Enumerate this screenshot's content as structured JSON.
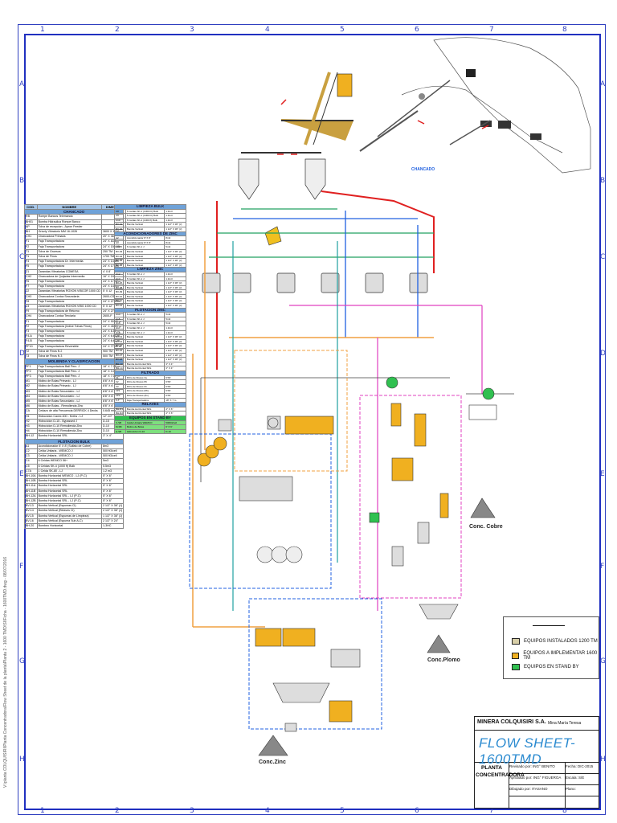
{
  "grid": {
    "numbers": [
      "1",
      "2",
      "3",
      "4",
      "5",
      "6",
      "7",
      "8"
    ],
    "letters": [
      "A",
      "B",
      "C",
      "D",
      "E",
      "F",
      "G",
      "H"
    ]
  },
  "labels": {
    "chancado": "CHANCADO",
    "conc_cobre": "Conc. Cobre",
    "conc_plomo": "Conc.Plomo",
    "conc_zinc": "Conc.Zinc"
  },
  "colors": {
    "border": "#2030c0",
    "pipe_red": "#e02020",
    "pipe_orange": "#f0a040",
    "pipe_blue": "#2060e0",
    "pipe_green": "#20a060",
    "pipe_pink": "#e040c0",
    "pipe_teal": "#20a0a0",
    "equip_installed": "#d8cfa8",
    "equip_implement": "#f0b020",
    "equip_standby": "#30c050"
  },
  "left_table": {
    "header": [
      "COD.",
      "NOMBRE",
      "DIMENS."
    ],
    "sections": [
      {
        "title": "CHANCADO",
        "rows": [
          [
            "RB",
            "Rompe Bancos Telemando",
            ""
          ],
          [
            "BH01",
            "Bomba Hidraulica Rompe Banco",
            ""
          ],
          [
            "AP",
            "Tolva de recepcion - Apron Feeder",
            ""
          ],
          [
            "BH",
            "Grizzly Vibratorio MM 16-1026",
            "3600 X 1026"
          ],
          [
            "CH1",
            "Chancadora Primaria",
            "20\" X 36\""
          ],
          [
            "F1",
            "Faja Transportadora",
            "24\" X 83.5m"
          ],
          [
            "F2",
            "Faja Transportadora",
            "24\" X 150.08m"
          ],
          [
            "T1",
            "Tolva de Gruesos",
            "250 TM"
          ],
          [
            "T1",
            "Tolva de Finos",
            "1700 TM"
          ],
          [
            "F4",
            "Faja Transportadora Dr. Intermedia",
            "24\" X 14.8m"
          ],
          [
            "F5",
            "Faja Transportadora",
            "24\" X 17.0m"
          ],
          [
            "Z1",
            "Zarandas Vibratorias COMESA",
            "4' X 8'"
          ],
          [
            "CH2",
            "Chancadora de Quijadas Intermedia",
            "16\" X 24\""
          ],
          [
            "F6",
            "Faja Transportadora",
            "24\" X 17.42m"
          ],
          [
            "F7",
            "Faja Transportadora",
            "24\" X 14.4m"
          ],
          [
            "Z2",
            "Zarandas Vibratorias ROXON VIBCOR 1000 CD",
            "5' X 12'"
          ],
          [
            "CH3",
            "Chancadora Conica Secundaria",
            "2600-CS"
          ],
          [
            "F8",
            "Faja Transportadora",
            "24\" X 27.15m"
          ],
          [
            "Z3",
            "Zarandas Vibratorias ROXON VIBG 1000 CD",
            "5' X 12'"
          ],
          [
            "F9",
            "Faja Transportadora de Retorno",
            "24\" X 27.00m"
          ],
          [
            "CH4",
            "Chancadora Conica Terciaria",
            "2600-F"
          ],
          [
            "F1",
            "Faja Transportadora",
            "24\" X 90.40 m"
          ],
          [
            "F2",
            "Faja Transportadora (Indice Tolvas Finos)",
            "24\" X 45.09 m"
          ],
          [
            "F3",
            "Faja Transportadora",
            "24\" X 6.50 m"
          ],
          [
            "F4-A",
            "Faja Transportadora",
            "24\" X 6.60 m"
          ],
          [
            "F4-B",
            "Faja Transportadora",
            "24\" X 6.62 m"
          ],
          [
            "PF10",
            "Faja Transportadora Reversible",
            "24\" X 77.40 m"
          ],
          [
            "T2",
            "Tolva de Finos N 2",
            "900 TM"
          ],
          [
            "T3",
            "Tolva de Finos N 3",
            "500 TM"
          ]
        ]
      },
      {
        "title": "MOLIENDA Y CLASIFICACION",
        "rows": [
          [
            "PF1",
            "Faja Transportadora Ball Perc. J",
            "18\" X 7.05 m"
          ],
          [
            "PF2",
            "Faja Transportadora Ball Perc. J",
            "18\" X 3.06 m"
          ],
          [
            "PF3",
            "Faja Transportadora Ball Perc. J",
            "18\" X 7.05 m"
          ],
          [
            "M1",
            "Molino de Bolas Primario - LJ",
            "8'8\" X 6'"
          ],
          [
            "M2",
            "Molino de Bolas Primario - LJ",
            "8'8\" X 6'"
          ],
          [
            "M3",
            "Molino de Bolas Secundario - LJ",
            "8'8\" X 6'"
          ],
          [
            "M4",
            "Molino de Bolas Secundario - LJ",
            "8'8\" X 6'"
          ],
          [
            "M5",
            "Molino de Bolas Secundario - LJ",
            "8'8\" X 6'"
          ],
          [
            "M6",
            "Molino de Bolas - Remolienda Zinc",
            "8'8\" X 6'"
          ],
          [
            "CA",
            "Cedazo de alta Frecuencia DERRICK 4 Decks",
            "0.645 mm"
          ],
          [
            "H1",
            "Hidrociclon Cavex 400 - Krebs - LJ",
            "12\"-10\""
          ],
          [
            "H2",
            "Hidrociclon D-15 - Bypassed J",
            "D-15"
          ],
          [
            "H3",
            "Hidrociclon D-10 Remolienda Zinc",
            "D-10"
          ],
          [
            "H4",
            "Hidrociclon D-10 Remolienda Zinc",
            "D-10"
          ],
          [
            "BH-12",
            "Bomba Horizontal SRL",
            "3\" X 4\""
          ]
        ]
      },
      {
        "title": "FLOTACION BULK",
        "rows": [
          [
            "A1",
            "Acondicionador 8' X 8' (Sulfato de Cobre)",
            "8m3"
          ],
          [
            "C2",
            "Celda Unitaria - WEMCO J",
            "500 ft3/cell"
          ],
          [
            "C3",
            "Celda Unitaria - WEMCO J",
            "500 ft3/cell"
          ],
          [
            "C4",
            "6 Celdas WEMCO 56+",
            "5m3"
          ],
          [
            "C5",
            "6 Celdas SK-4 (1000 ft) Bulk",
            "5.5m3"
          ],
          [
            "C7A",
            "1 Celda SK-80 - LJ",
            "1.2 m3"
          ],
          [
            "BH-10A",
            "Bomba Horizontal WEMCO - LJ (P-C)",
            "5\" X 6\""
          ],
          [
            "BH-10B",
            "Bomba Horizontal SRL",
            "5\" X 6\""
          ],
          [
            "BH-11A",
            "Bomba Horizontal SRL",
            "5\" X 6\""
          ],
          [
            "BH-11B",
            "Bomba Horizontal SRL",
            "5\" X 6\""
          ],
          [
            "BH-12A",
            "Bomba Horizontal SRL - LJ (P-C)",
            "5\" X 6\""
          ],
          [
            "BH-12B",
            "Bomba Horizontal SRL - LJ (P-C)",
            "5\" X 6\""
          ],
          [
            "BV-13",
            "Bomba Vertical (Espumas Cl)",
            "2 1/2\" X 36\" (J)"
          ],
          [
            "BV-14",
            "Bomba Vertical (Relaves Cl)",
            "2 1/2\" X 36\" (J)"
          ],
          [
            "BV-15",
            "Bomba Vertical (Espumas de Limpieza)",
            "1 1/2\" X 36\" (J)"
          ],
          [
            "BV-16",
            "Bomba Vertical (Espuma Sub A-C)",
            "2 1/2\" X 24\""
          ],
          [
            "BH-20",
            "Bombeo Horizontal",
            "1-3HC"
          ]
        ]
      }
    ]
  },
  "mid_table": {
    "sections": [
      {
        "title": "LIMPIEZA BULK",
        "rows": [
          [
            "C8",
            "6 Celdas SK-1 (1000 Ft) Bulk",
            "1.3m3"
          ],
          [
            "C9",
            "6 Celdas SK-1 (1000 Ft) Bulk",
            "1.3m3"
          ],
          [
            "C10",
            "6 Celdas SK-4 (1000 ft) Bulk",
            "1.3m3"
          ],
          [
            "BV-01",
            "Bomba Vertical",
            "1 1/2\" X 36\" (J)"
          ],
          [
            "BV-02",
            "Bomba Vertical",
            "1 1/2\" X 36\" (J)"
          ]
        ]
      },
      {
        "title": "ACONDICIONADORES DE ZINC",
        "rows": [
          [
            "A2",
            "Acondicionador 8' X 8'",
            "8m3"
          ],
          [
            "A3",
            "Acondicionador 8' X 8'",
            "8m3"
          ],
          [
            "C11",
            "6 Celdas SK-1 J",
            "5m3"
          ],
          [
            "BV-03",
            "Bomba Vertical",
            "1 1/2\" X 36\" (J)"
          ],
          [
            "BV-04",
            "Bomba Vertical",
            "1 1/2\" X 36\" (J)"
          ],
          [
            "BV-05",
            "Bomba Vertical",
            "1 1/2\" X 36\" (J)"
          ],
          [
            "BV-06",
            "Bomba Vertical",
            "1 1/2\" X 36\" (J)"
          ]
        ]
      },
      {
        "title": "LIMPIEZA ZINC",
        "rows": [
          [
            "C12",
            "6 Celdas SK-1 J",
            "1.3m3"
          ],
          [
            "C13",
            "6 Celdas SK-1 J",
            "1.3m3"
          ],
          [
            "BV-07",
            "Bomba Vertical",
            "1 1/2\" X 36\" (J)"
          ],
          [
            "BV-08",
            "Bomba Vertical",
            "1 1/2\" X 36\" (J)"
          ],
          [
            "BV-09",
            "Bomba Vertical",
            "1 1/2\" X 36\" (J)"
          ],
          [
            "BV-10",
            "Bomba Vertical",
            "1 1/2\" X 36\" (J)"
          ],
          [
            "BV-11",
            "Bomba Vertical",
            "1 1/2\" X 36\" (J)"
          ],
          [
            "BV-12",
            "Bomba Vertical",
            "1 1/2\" X 36\" (J)"
          ]
        ]
      },
      {
        "title": "FLOTACION ZINC",
        "rows": [
          [
            "C14",
            "6 Celdas SK-1 J",
            "5m3"
          ],
          [
            "C15",
            "6 Celdas SK-1 J",
            "5m3"
          ],
          [
            "C16",
            "6 Celdas SK-1 J",
            "5m3"
          ],
          [
            "C17",
            "6 Celdas SK-1 J",
            "1.3m3"
          ],
          [
            "C18",
            "6 Celdas SK-1 J",
            "1.3m3"
          ],
          [
            "BV-13",
            "Bomba Vertical",
            "1 1/2\" X 36\" (J)"
          ],
          [
            "BV-14",
            "Bomba Vertical",
            "1 1/2\" X 36\" (J)"
          ],
          [
            "BV-15",
            "Bomba Vertical",
            "1 1/2\" X 36\" (J)"
          ],
          [
            "BV-16",
            "Bomba Vertical",
            "1 1/2\" X 36\" (J)"
          ],
          [
            "BV-17",
            "Bomba Vertical",
            "1 1/2\" X 36\" (J)"
          ],
          [
            "BV-18",
            "Bomba Vertical",
            "1 1/2\" X 36\" (J)"
          ],
          [
            "BH-13",
            "Bomba Horizontal SRL",
            "3\" X 4\""
          ],
          [
            "BH-14",
            "Bomba Horizontal SRL",
            "3\" X 4\""
          ]
        ]
      },
      {
        "title": "FILTRADO",
        "rows": [
          [
            "F1",
            "Filtro de Discos Cu",
            "6'X6'"
          ],
          [
            "F2",
            "Filtro de Discos Pb",
            "6'X6'"
          ],
          [
            "F3",
            "Filtro de Discos Zn",
            "6'X6'"
          ],
          [
            "FP1",
            "Filtro de Discos (Pb)",
            "6'X6'"
          ],
          [
            "FP2",
            "Filtro de Discos (Zn)",
            "6'X6'"
          ],
          [
            "F-T",
            "Faja Transportadora",
            "18\" X 7 m"
          ]
        ]
      },
      {
        "title": "RELAVES",
        "rows": [
          [
            "BH-R1",
            "Bomba Horizontal SRL",
            "4\" X 6\""
          ],
          [
            "BH-R2",
            "Bomba Horizontal SRL",
            "4\" X 6\""
          ]
        ]
      },
      {
        "title": "EQUIPOS EN STAND BY",
        "rows": [
          [
            "C-SB",
            "Celda Unitaria WEMCO",
            "500ft3/cell"
          ],
          [
            "M-SB",
            "Molino de Bolas",
            "6' X 6'"
          ],
          [
            "H-SB",
            "Hidrociclon D-10",
            "D-10"
          ]
        ]
      }
    ]
  },
  "legend": {
    "installed": "EQUIPOS INSTALADOS 1200 TM",
    "implement": "EQUIPOS A IMPLEMENTAR 1600 TM",
    "standby": "EQUIPOS EN STAND BY"
  },
  "title_block": {
    "company": "MINERA COLQUISIRI S.A.",
    "designer": "Mina María Teresa",
    "title": "FLOW SHEET-1600TMD",
    "plant": "PLANTA CONCENTRADORA",
    "revisado_label": "Revisado por:",
    "revisado": "ING° BENITO",
    "fecha_label": "Fecha:",
    "fecha": "DIC-2015",
    "aprobado_label": "Aprobado por:",
    "aprobado": "ING° FIGUEROA",
    "escala_label": "Escala:",
    "escala": "S/E",
    "dibujado_label": "Dibujado por:",
    "dibujado": "ITASANO",
    "plano_label": "Plano:",
    "plano": ""
  },
  "side_note": "V:\\planta COLQUISIRI\\Planta Concentradora\\Flow Sheet de la planta\\Planta 2 - 1600 TMD\\SI\\Ficha - 1600TMD.dwg - 08/07/2016"
}
